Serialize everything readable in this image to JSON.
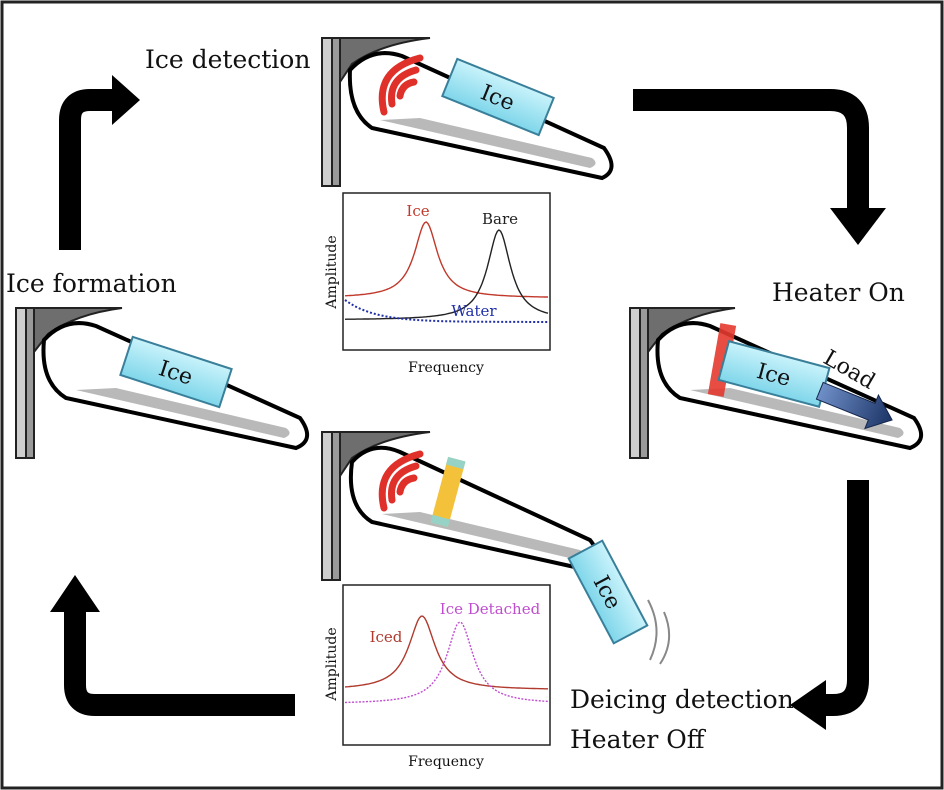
{
  "stages": {
    "ice_detection": "Ice detection",
    "heater_on": "Heater On",
    "ice_formation": "Ice formation",
    "deicing_detection": "Deicing detection",
    "heater_off": "Heater Off"
  },
  "ice_label": "Ice",
  "load_label": "Load",
  "chart_top": {
    "ylabel": "Amplitude",
    "xlabel": "Frequency",
    "series": [
      {
        "name": "Ice",
        "color": "#c0392b"
      },
      {
        "name": "Bare",
        "color": "#222222"
      },
      {
        "name": "Water",
        "color": "#1f2fa8"
      }
    ]
  },
  "chart_bottom": {
    "ylabel": "Amplitude",
    "xlabel": "Frequency",
    "series": [
      {
        "name": "Iced",
        "color": "#b03a2e"
      },
      {
        "name": "Ice Detached",
        "color": "#c04dd0"
      }
    ]
  },
  "colors": {
    "ice_fill": "#9fe4f2",
    "ice_stroke": "#3a7f9a",
    "signal": "#e0302a",
    "heater_red": "#e43a2e",
    "heater_yellow": "#f4c23a",
    "load_arrow": "#2c4a7a",
    "flow_arrow": "#000000"
  }
}
